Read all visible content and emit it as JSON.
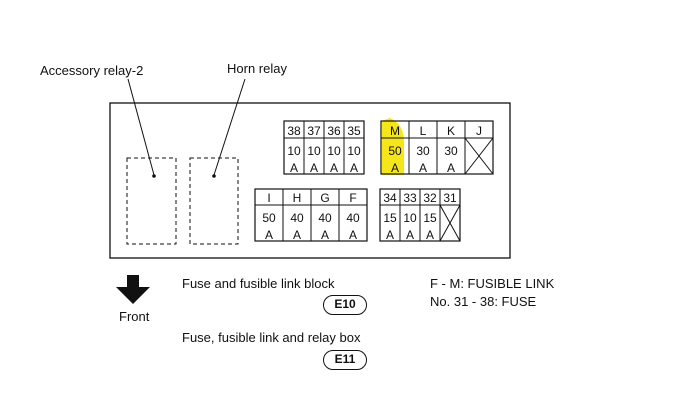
{
  "callouts": {
    "accessory_relay": "Accessory relay-2",
    "horn_relay": "Horn relay"
  },
  "fuse_group_1": {
    "headers": [
      "38",
      "37",
      "36",
      "35"
    ],
    "top": [
      "10",
      "10",
      "10",
      "10"
    ],
    "bottom": [
      "A",
      "A",
      "A",
      "A"
    ]
  },
  "fusible_group_1": {
    "headers": [
      "M",
      "L",
      "K",
      "J"
    ],
    "top": [
      "50",
      "30",
      "30",
      ""
    ],
    "bottom": [
      "A",
      "A",
      "A",
      ""
    ],
    "highlighted": "M",
    "highlight_color": "#f5e61c"
  },
  "fusible_group_2": {
    "headers": [
      "I",
      "H",
      "G",
      "F"
    ],
    "top": [
      "50",
      "40",
      "40",
      "40"
    ],
    "bottom": [
      "A",
      "A",
      "A",
      "A"
    ]
  },
  "fuse_group_2": {
    "headers": [
      "34",
      "33",
      "32",
      "31"
    ],
    "top": [
      "15",
      "10",
      "15",
      ""
    ],
    "bottom": [
      "A",
      "A",
      "A",
      ""
    ]
  },
  "legend": {
    "front": "Front",
    "block_label": "Fuse and fusible link block",
    "block_connector": "E10",
    "box_label": "Fuse, fusible link and relay box",
    "box_connector": "E11",
    "fusible_note": "F - M: FUSIBLE LINK",
    "fuse_note": "No. 31 - 38: FUSE"
  }
}
